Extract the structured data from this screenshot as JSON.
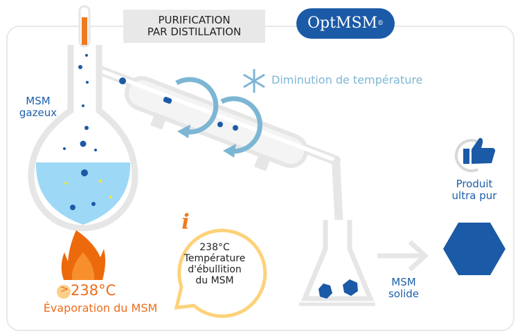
{
  "title": {
    "line1": "PURIFICATION",
    "line2": "PAR DISTILLATION"
  },
  "logo": {
    "text": "OptMSM",
    "mark": "®"
  },
  "labels": {
    "gas_line1": "MSM",
    "gas_line2": "gazeux",
    "cooling": "Diminution de température",
    "product_line1": "Produit",
    "product_line2": "ultra pur",
    "solid_line1": "MSM",
    "solid_line2": "solide",
    "temp_symbol": ">",
    "temp_value": "238°C",
    "evaporation": "Évaporation du MSM"
  },
  "info_bubble": {
    "icon": "i",
    "line1": "238°C",
    "line2": "Température",
    "line3": "d'ébullition",
    "line4": "du MSM"
  },
  "colors": {
    "blue": "#1c5fab",
    "light_blue": "#7db6d4",
    "orange": "#ef6c1a",
    "liquid": "#9dd8f7",
    "glass": "#e6e6e6",
    "bubble": "#fdd27a"
  }
}
